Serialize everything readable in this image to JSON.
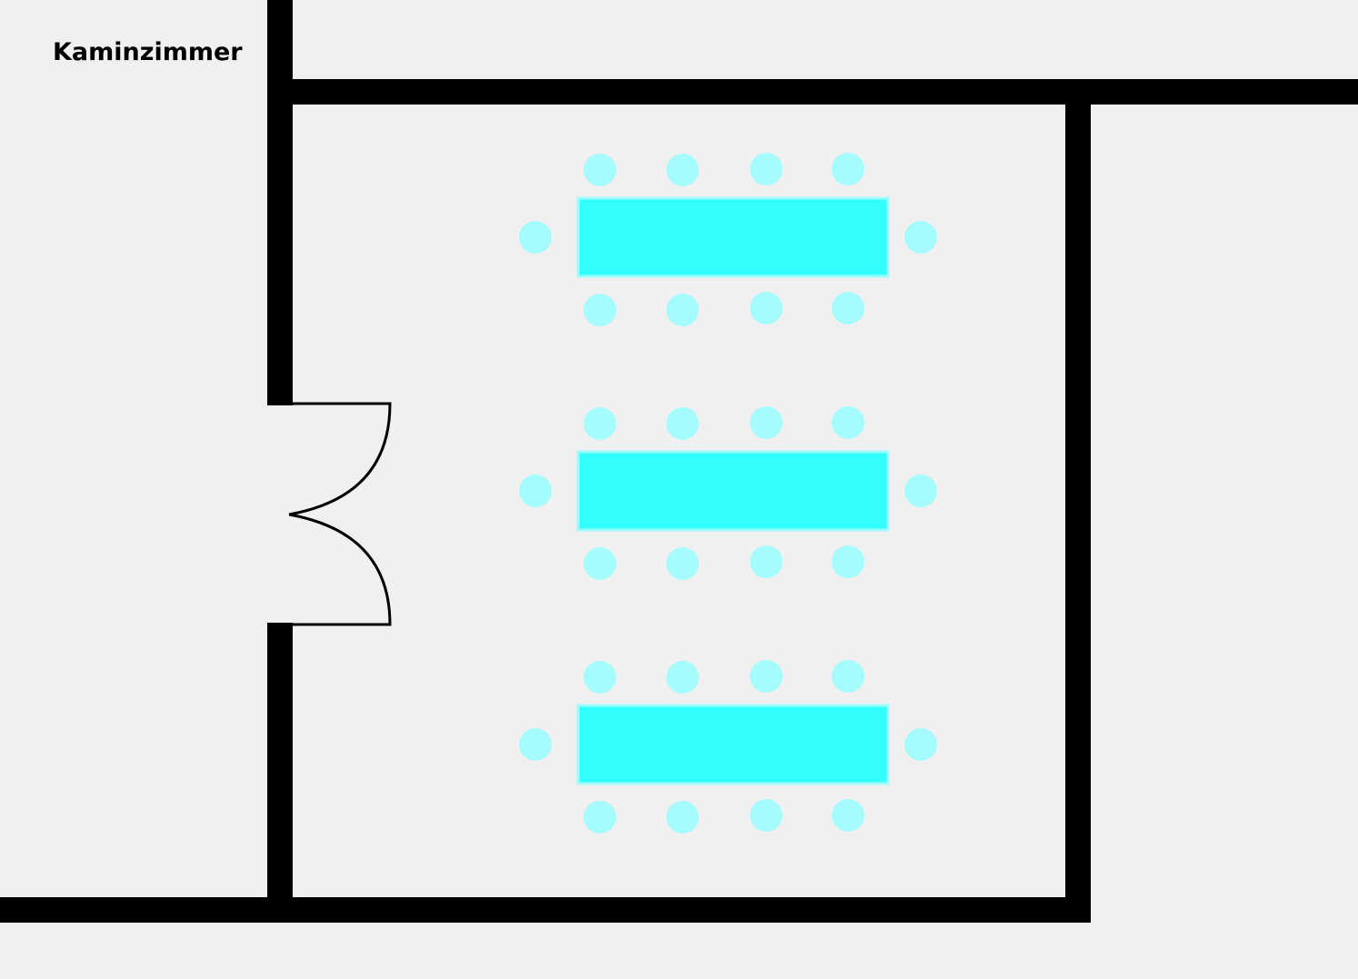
{
  "room": {
    "name": "Kaminzimmer"
  },
  "layout": {
    "table_count": 3,
    "seats_per_long_side": 4,
    "seats_per_end": 1
  },
  "colors": {
    "background": "#f0f0f0",
    "wall": "#000000",
    "table": "#33ffff",
    "table_border": "#9ffcfc",
    "chair": "#a6fcfc"
  },
  "icons": {
    "door": "double-door-swing-icon"
  }
}
